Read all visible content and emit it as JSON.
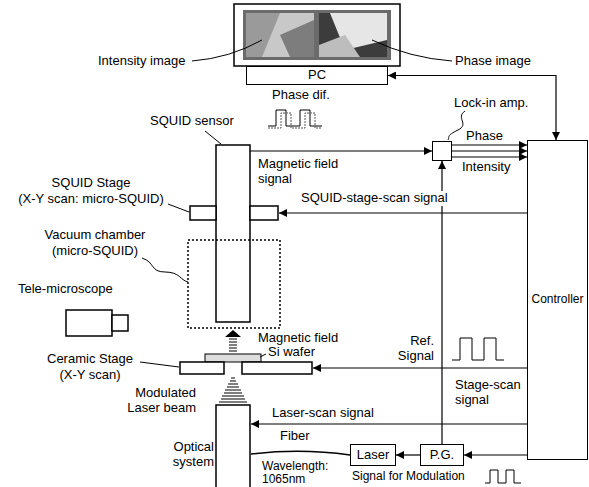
{
  "diagram": {
    "nodes": [
      {
        "text": [
          "PC"
        ]
      },
      {
        "text": [
          "Lock-in amp."
        ]
      },
      {
        "text": [
          "Controller"
        ]
      },
      {
        "text": [
          "Laser"
        ]
      },
      {
        "text": [
          "P.G."
        ]
      }
    ],
    "edges": [
      {
        "from": 0,
        "to": 2,
        "arrow": "both"
      },
      {
        "from": 1,
        "to": 2,
        "arrow": "to",
        "label": "Phase"
      },
      {
        "from": 1,
        "to": 2,
        "arrow": "to"
      },
      {
        "from": 1,
        "to": 2,
        "arrow": "to",
        "label": "Intensity"
      },
      {
        "from": 4,
        "to": 1,
        "arrow": "to"
      },
      {
        "from": 4,
        "to": 3,
        "arrow": "to"
      },
      {
        "from": 2,
        "to": 4,
        "arrow": "to"
      }
    ],
    "labels": [
      "Intensity image",
      "Phase image",
      "Phase dif.",
      "SQUID sensor",
      "SQUID Stage",
      "(X-Y scan: micro-SQUID)",
      "Magnetic field signal",
      "SQUID-stage-scan signal",
      "Vacuum chamber",
      "(micro-SQUID)",
      "Tele-microscope",
      "Magnetic field",
      "Si wafer",
      "Ref. Signal",
      "Ceramic Stage",
      "(X-Y scan)",
      "Stage-scan signal",
      "Laser-scan signal",
      "Modulated Laser beam",
      "Fiber",
      "Wavelength: 1065nm",
      "Optical system",
      "Signal for Modulation"
    ]
  }
}
